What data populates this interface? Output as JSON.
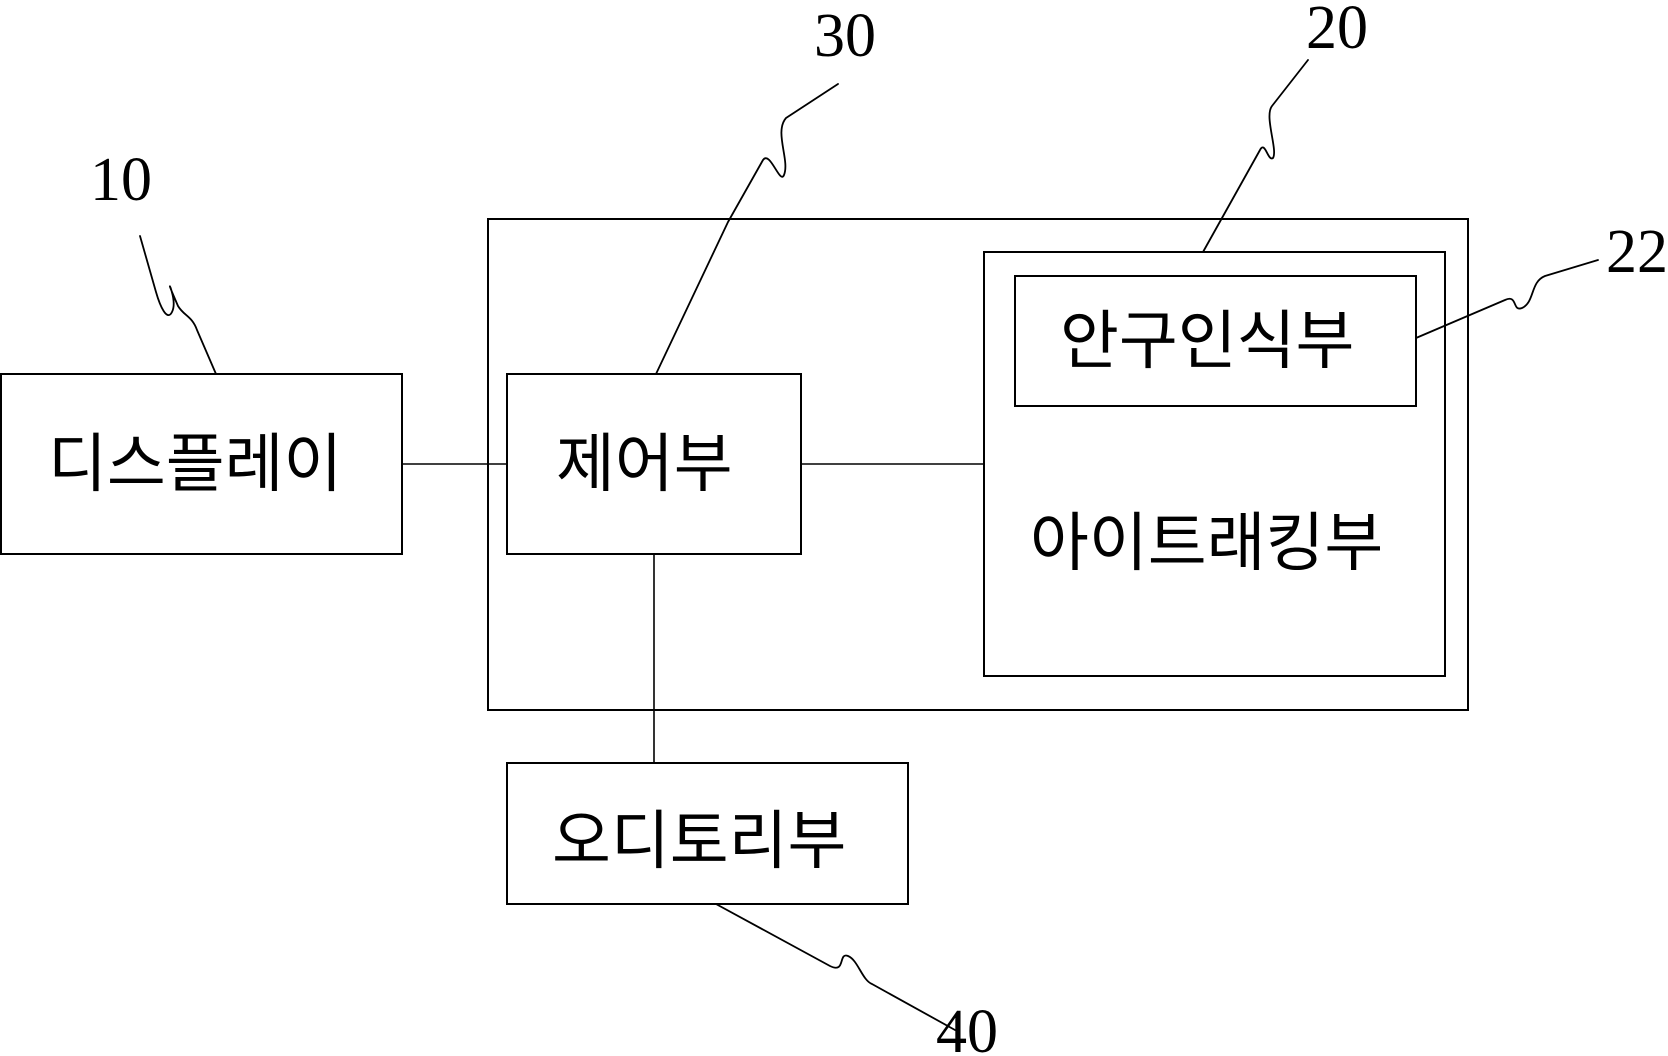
{
  "blocks": {
    "display": {
      "label": "디스플레이",
      "ref": "10"
    },
    "control": {
      "label": "제어부",
      "ref": "30"
    },
    "eye_tracking": {
      "label": "아이트래킹부",
      "ref": "20"
    },
    "eye_recognition": {
      "label": "안구인식부",
      "ref": "22"
    },
    "auditory": {
      "label": "오디토리부",
      "ref": "40"
    }
  },
  "colors": {
    "line": "#000000",
    "background": "#ffffff"
  }
}
